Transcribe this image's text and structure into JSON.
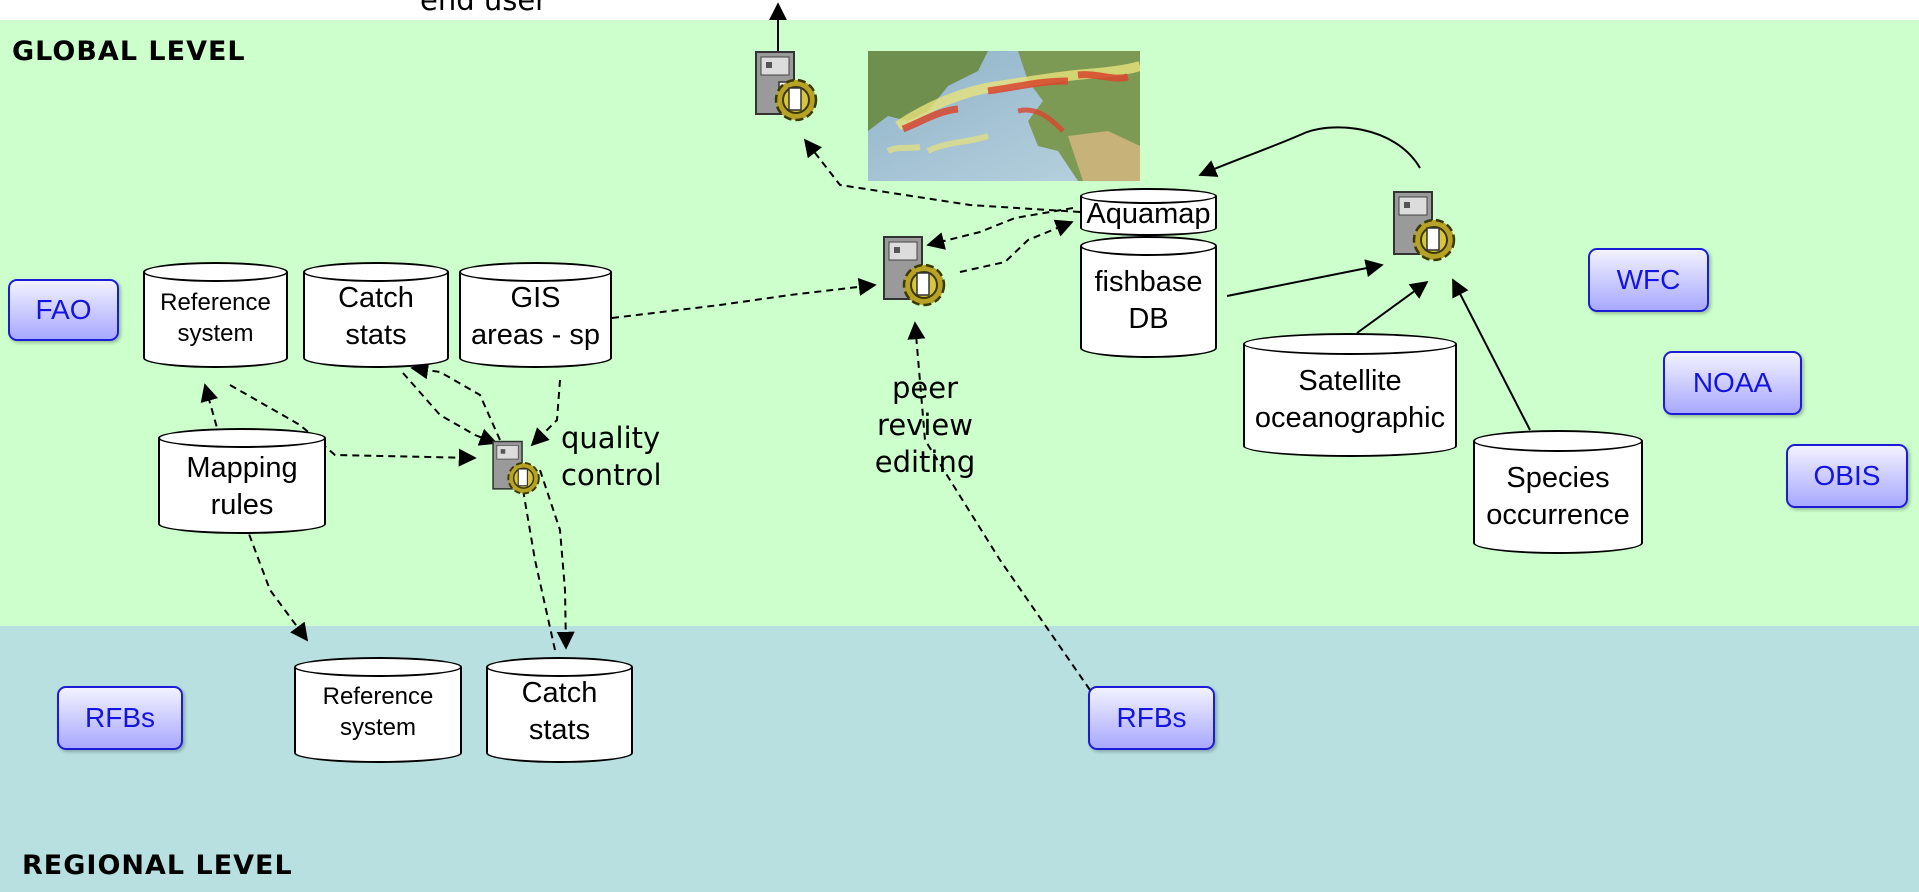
{
  "levels": {
    "global": "GLOBAL LEVEL",
    "regional": "REGIONAL LEVEL"
  },
  "top_label": "end user",
  "organizations": {
    "fao": "FAO",
    "wfc": "WFC",
    "noaa": "NOAA",
    "obis": "OBIS",
    "rfbs_left": "RFBs",
    "rfbs_right": "RFBs"
  },
  "databases": {
    "reference_system_global": [
      "Reference",
      "system"
    ],
    "catch_stats_global": [
      "Catch",
      "stats"
    ],
    "gis_areas": [
      "GIS",
      "areas - sp"
    ],
    "mapping_rules": [
      "Mapping",
      "rules"
    ],
    "aquamap": [
      "Aquamap"
    ],
    "fishbase": [
      "fishbase",
      "DB"
    ],
    "satellite": [
      "Satellite",
      "oceanographic"
    ],
    "species": [
      "Species",
      "occurrence"
    ],
    "reference_system_regional": [
      "Reference",
      "system"
    ],
    "catch_stats_regional": [
      "Catch",
      "stats"
    ]
  },
  "process_labels": {
    "quality_control": [
      "quality",
      "control"
    ],
    "peer_review": [
      "peer",
      "review",
      "editing"
    ]
  },
  "icons": {
    "process": "computer-gear-icon",
    "map": "distribution-map-image"
  },
  "colors": {
    "global_band": "#ccffcc",
    "regional_band": "#b8e0e0",
    "org_text": "#1414e0"
  }
}
